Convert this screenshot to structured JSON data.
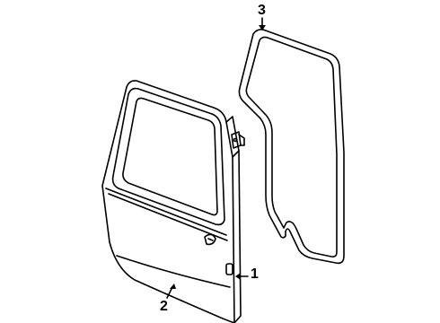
{
  "callouts": [
    {
      "number": "1"
    },
    {
      "number": "2"
    },
    {
      "number": "3"
    }
  ],
  "colors": {
    "line": "#000000",
    "background": "#ffffff"
  }
}
